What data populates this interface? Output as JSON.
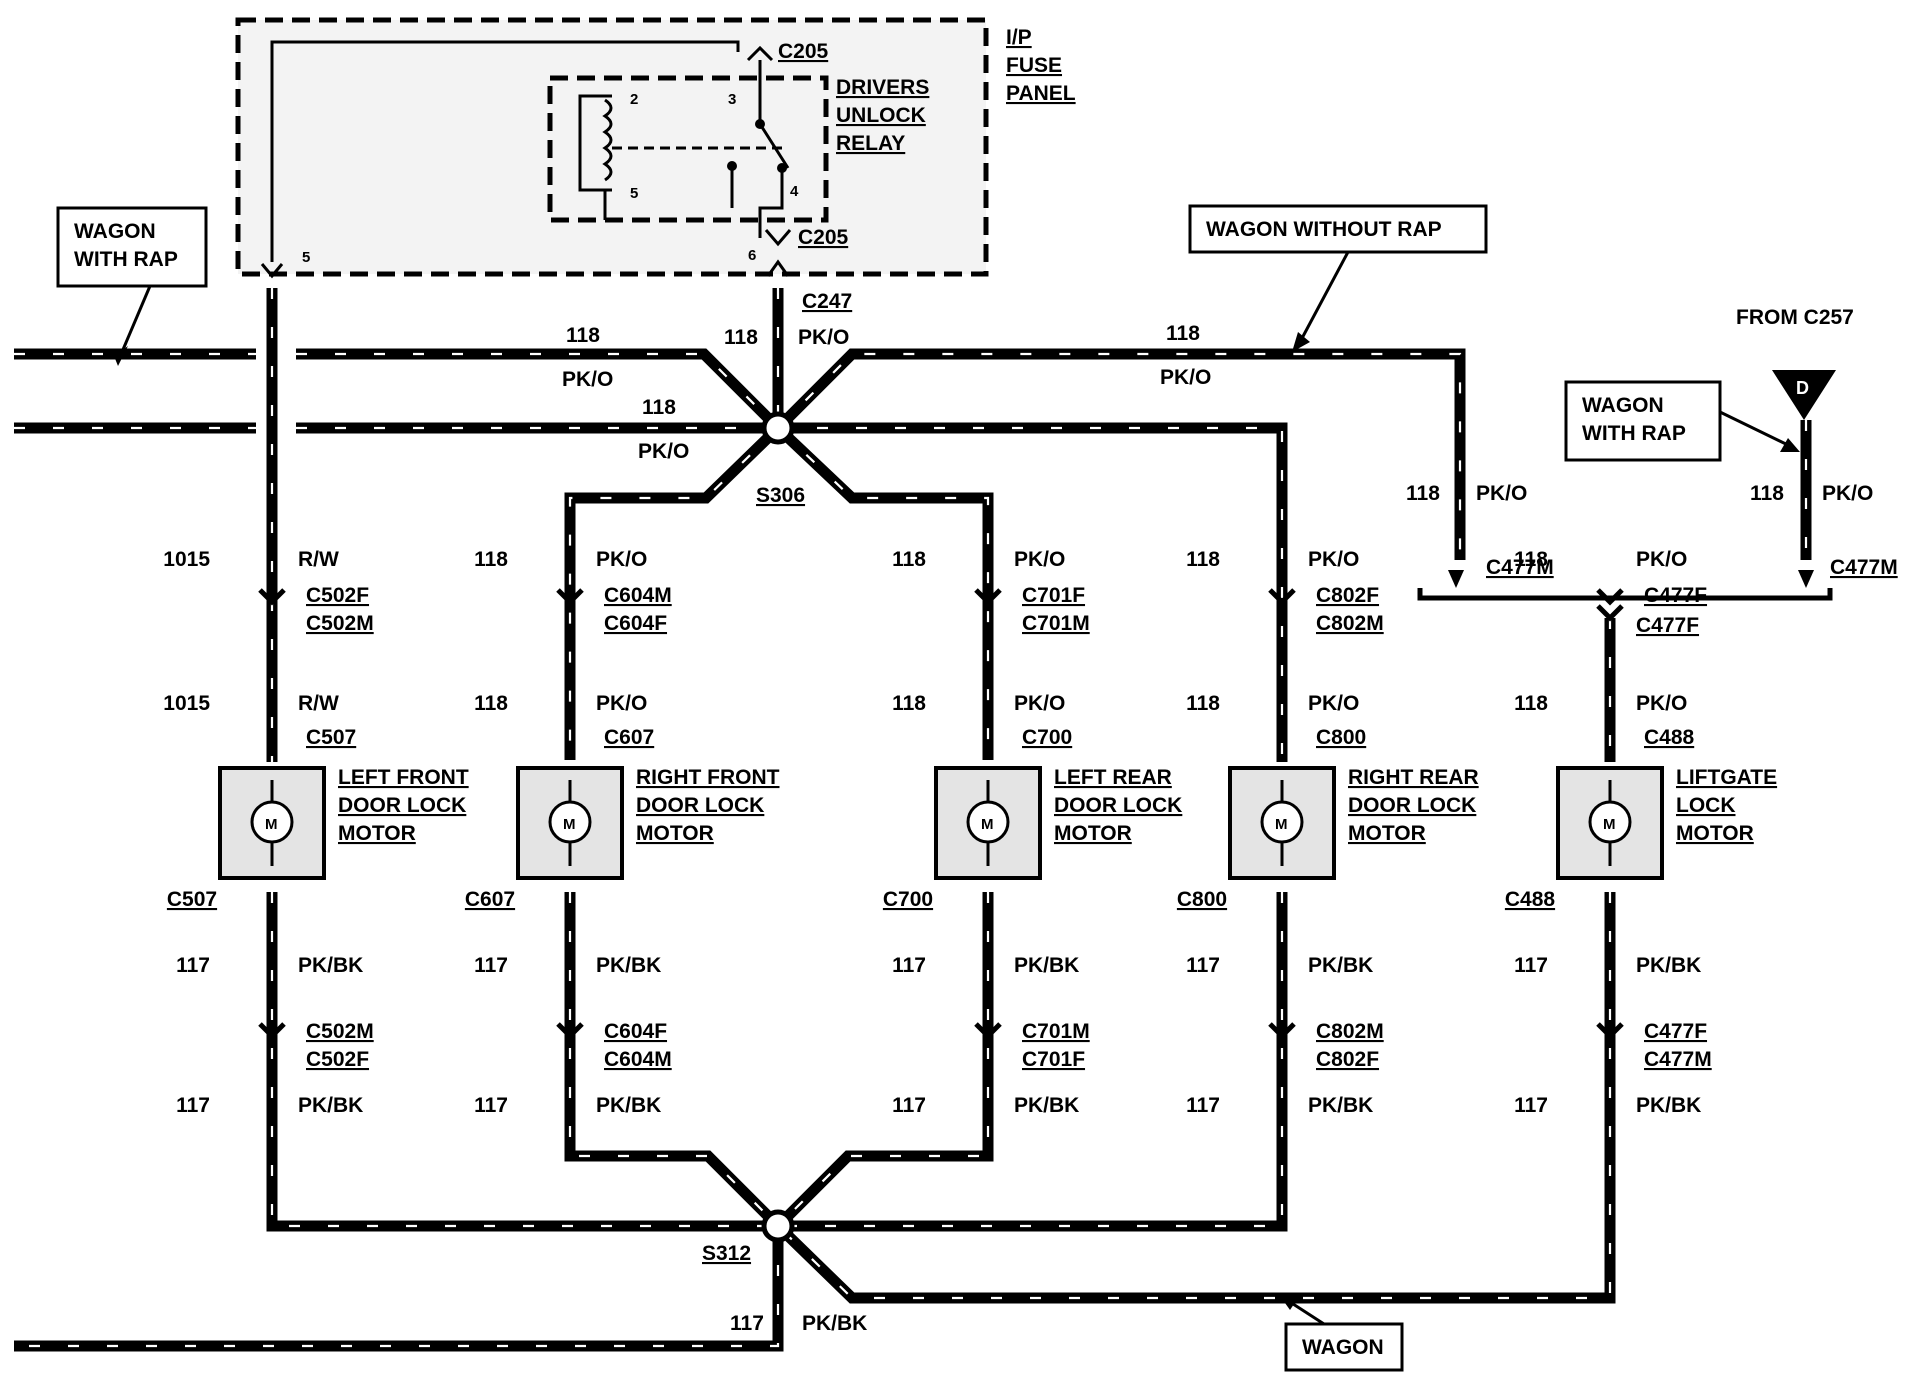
{
  "fuse_panel": {
    "lines": [
      "I/P",
      "FUSE",
      "PANEL"
    ]
  },
  "relay": {
    "lines": [
      "DRIVERS",
      "UNLOCK",
      "RELAY"
    ],
    "pins": [
      "2",
      "3",
      "5",
      "4",
      "5",
      "6"
    ]
  },
  "connectors_top": {
    "c205_a": "C205",
    "c205_b": "C205",
    "c247": "C247"
  },
  "callouts": {
    "wagon_with_rap_left": [
      "WAGON",
      "WITH RAP"
    ],
    "wagon_without_rap": "WAGON WITHOUT RAP",
    "wagon_with_rap_right": [
      "WAGON",
      "WITH RAP"
    ],
    "wagon_bottom": "WAGON"
  },
  "from_c257": "FROM C257",
  "off_page_connector": "D",
  "splices": {
    "s306": "S306",
    "s312": "S312"
  },
  "wire_labels": {
    "top_118_a": "118",
    "top_pko_a": "PK/O",
    "top_118_b": "118",
    "top_pko_b": "PK/O",
    "center_118": "118",
    "center_pko": "PK/O",
    "right_118": "118",
    "right_pko": "PK/O",
    "c477m_left_118": "118",
    "c477m_left_pko": "PK/O",
    "c477m_left": "C477M",
    "c477m_right_118": "118",
    "c477m_right_pko": "PK/O",
    "c477m_right": "C477M",
    "c477f": "C477F",
    "bottom_117": "117",
    "bottom_pkbk": "PK/BK"
  },
  "motors": [
    {
      "name_lines": [
        "LEFT FRONT",
        "DOOR LOCK",
        "MOTOR"
      ],
      "circuit_top": "1015",
      "color_top": "R/W",
      "conn_top_a": "C502F",
      "conn_top_b": "C502M",
      "circuit_mid": "1015",
      "color_mid": "R/W",
      "motor_conn": "C507",
      "motor_conn_bottom": "C507",
      "circuit_low": "117",
      "color_low": "PK/BK",
      "conn_low_a": "C502M",
      "conn_low_b": "C502F",
      "circuit_bottom": "117",
      "color_bottom": "PK/BK",
      "symbol": "M"
    },
    {
      "name_lines": [
        "RIGHT FRONT",
        "DOOR LOCK",
        "MOTOR"
      ],
      "circuit_top": "118",
      "color_top": "PK/O",
      "conn_top_a": "C604M",
      "conn_top_b": "C604F",
      "circuit_mid": "118",
      "color_mid": "PK/O",
      "motor_conn": "C607",
      "motor_conn_bottom": "C607",
      "circuit_low": "117",
      "color_low": "PK/BK",
      "conn_low_a": "C604F",
      "conn_low_b": "C604M",
      "circuit_bottom": "117",
      "color_bottom": "PK/BK",
      "symbol": "M"
    },
    {
      "name_lines": [
        "LEFT REAR",
        "DOOR LOCK",
        "MOTOR"
      ],
      "circuit_top": "118",
      "color_top": "PK/O",
      "conn_top_a": "C701F",
      "conn_top_b": "C701M",
      "circuit_mid": "118",
      "color_mid": "PK/O",
      "motor_conn": "C700",
      "motor_conn_bottom": "C700",
      "circuit_low": "117",
      "color_low": "PK/BK",
      "conn_low_a": "C701M",
      "conn_low_b": "C701F",
      "circuit_bottom": "117",
      "color_bottom": "PK/BK",
      "symbol": "M"
    },
    {
      "name_lines": [
        "RIGHT REAR",
        "DOOR LOCK",
        "MOTOR"
      ],
      "circuit_top": "118",
      "color_top": "PK/O",
      "conn_top_a": "C802F",
      "conn_top_b": "C802M",
      "circuit_mid": "118",
      "color_mid": "PK/O",
      "motor_conn": "C800",
      "motor_conn_bottom": "C800",
      "circuit_low": "117",
      "color_low": "PK/BK",
      "conn_low_a": "C802M",
      "conn_low_b": "C802F",
      "circuit_bottom": "117",
      "color_bottom": "PK/BK",
      "symbol": "M"
    },
    {
      "name_lines": [
        "LIFTGATE",
        "LOCK",
        "MOTOR"
      ],
      "circuit_top": "118",
      "color_top": "PK/O",
      "conn_top_a": "C477F",
      "conn_top_b": "",
      "circuit_mid": "118",
      "color_mid": "PK/O",
      "motor_conn": "C488",
      "motor_conn_bottom": "C488",
      "circuit_low": "117",
      "color_low": "PK/BK",
      "conn_low_a": "C477F",
      "conn_low_b": "C477M",
      "circuit_bottom": "117",
      "color_bottom": "PK/BK",
      "symbol": "M"
    }
  ]
}
